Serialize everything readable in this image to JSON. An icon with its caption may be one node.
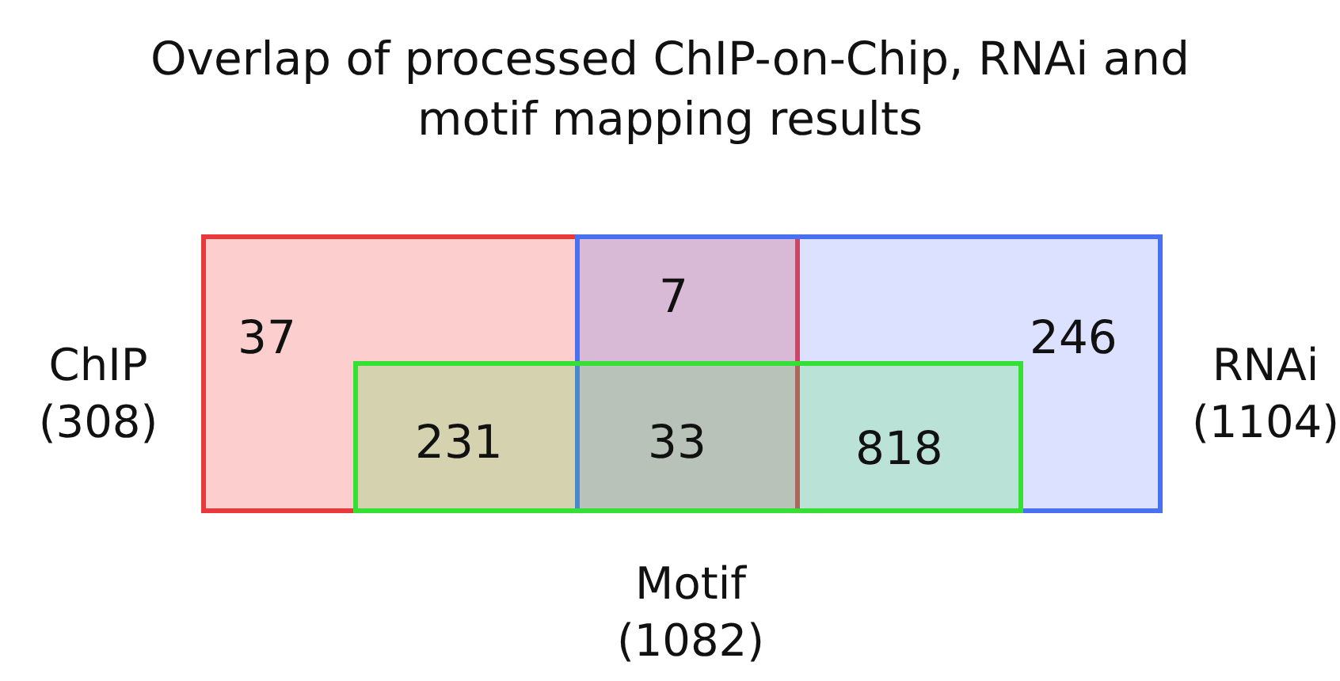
{
  "diagram": {
    "title": "Overlap of processed ChIP-on-Chip, RNAi and motif mapping results",
    "nodes": [
      {
        "text": [
          "ChIP (308)"
        ]
      },
      {
        "text": [
          "RNAi (1104)"
        ]
      },
      {
        "text": [
          "Motif (1082)"
        ]
      }
    ],
    "edges": [],
    "labels": [
      "37",
      "7",
      "246",
      "231",
      "33",
      "818"
    ]
  }
}
